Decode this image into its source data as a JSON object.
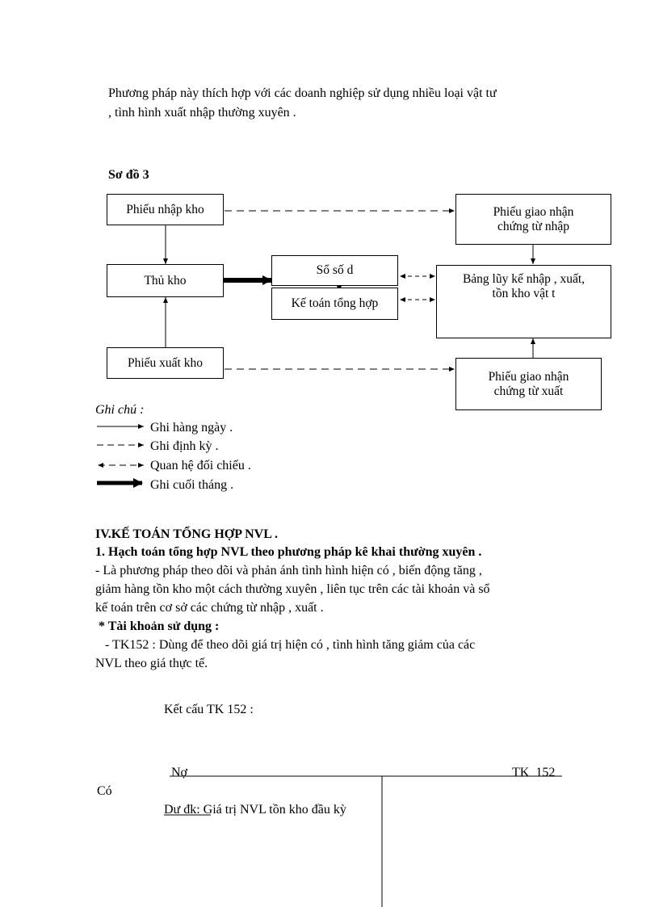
{
  "intro": {
    "line1": "Phương pháp này thích hợp với các doanh nghiệp sử dụng nhiều loại vật tư",
    "line2": ", tình hình xuất nhập thường xuyên ."
  },
  "diagram": {
    "title": "Sơ đồ 3",
    "boxes": {
      "phieu_nhap_kho": "Phiếu nhập kho",
      "thu_kho": "Thủ kho",
      "phieu_xuat_kho": "Phiếu xuất kho",
      "so_so_du": "Sổ số d",
      "ke_toan_tong_hop": "Kế toán tổng hợp",
      "phieu_giao_nhan_nhap_1": "Phiếu giao nhận",
      "phieu_giao_nhan_nhap_2": "chứng từ nhập",
      "bang_luy_ke_1": "Bảng lũy kế nhập , xuất,",
      "bang_luy_ke_2": "tồn kho vật t",
      "phieu_giao_nhan_xuat_1": "Phiếu giao nhận",
      "phieu_giao_nhan_xuat_2": "chứng từ xuất"
    }
  },
  "legend": {
    "title": "Ghi chú :",
    "items": [
      "Ghi hàng ngày .",
      "Ghi định kỳ .",
      "Quan hệ đối chiếu .",
      "Ghi cuối tháng ."
    ]
  },
  "section": {
    "heading": "IV.KẾ TOÁN TỔNG HỢP NVL .",
    "subheading": "1. Hạch toán tổng hợp NVL theo phương pháp kê khai thường xuyên .",
    "para1_line1": " - Là phương pháp theo dõi và phản ánh tình hình hiện có , biến động tăng ,",
    "para1_line2": "giảm hàng tồn kho một cách thường xuyên , liên tục trên các tài khoản và sổ",
    "para1_line3": "kế toán trên cơ sở các chứng từ nhập , xuất .",
    "accounts_heading": " * Tài khoản sử dụng :",
    "tk_line1": "   - TK152 : Dùng để theo dõi giá trị hiện có , tình hình tăng giảm của các",
    "tk_line2": "NVL theo giá thực tế."
  },
  "t_account": {
    "caption": "Kết cấu TK 152 :",
    "debit_label": "Nợ",
    "account_label": "TK  152",
    "credit_label": "Có",
    "opening_label": "Dư đk:",
    "opening_text": " Giá trị NVL tồn kho đầu kỳ"
  }
}
